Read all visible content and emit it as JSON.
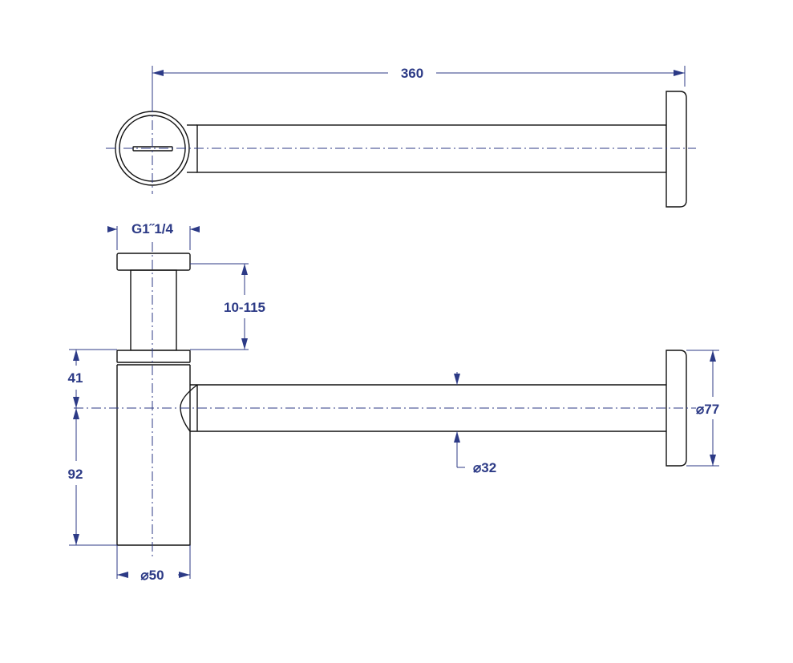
{
  "colors": {
    "outline": "#111111",
    "dimension": "#2c3a86",
    "background": "#ffffff"
  },
  "dimensions": {
    "total_length": "360",
    "thread_size": "G1˝1/4",
    "height_adjust": "10-115",
    "height_upper": "41",
    "height_lower": "92",
    "body_diameter": "⌀50",
    "pipe_diameter": "⌀32",
    "flange_diameter": "⌀77"
  }
}
